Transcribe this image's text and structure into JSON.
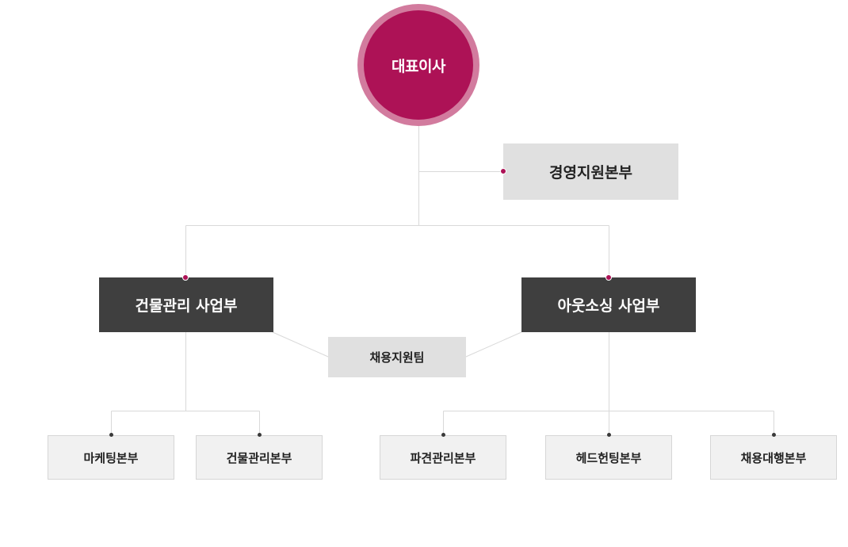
{
  "org_chart": {
    "ceo": {
      "label": "대표이사"
    },
    "management_support": {
      "label": "경영지원본부"
    },
    "divisions": [
      {
        "label": "건물관리 사업부"
      },
      {
        "label": "아웃소싱 사업부"
      }
    ],
    "shared_team": {
      "label": "채용지원팀"
    },
    "building_units": [
      {
        "label": "마케팅본부"
      },
      {
        "label": "건물관리본부"
      }
    ],
    "outsourcing_units": [
      {
        "label": "파견관리본부"
      },
      {
        "label": "헤드헌팅본부"
      },
      {
        "label": "채용대행본부"
      }
    ]
  },
  "colors": {
    "accent": "#ad1256",
    "accent_ring": "#d27b9e",
    "division_box": "#3f3f3f",
    "support_box": "#e0e0e0",
    "unit_box": "#f1f1f1",
    "connector": "#d9d9d9"
  }
}
